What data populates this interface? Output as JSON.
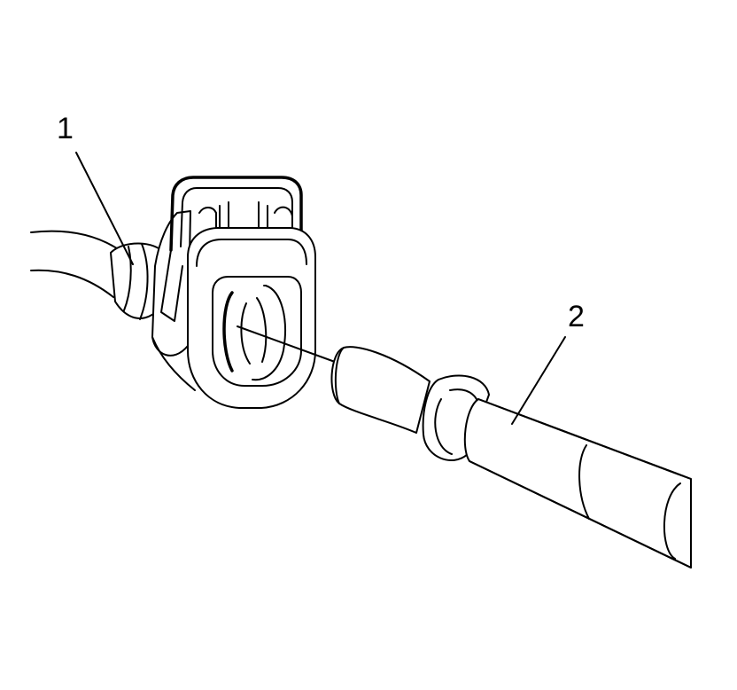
{
  "callouts": [
    {
      "id": "1",
      "text": "1"
    },
    {
      "id": "2",
      "text": "2"
    }
  ]
}
